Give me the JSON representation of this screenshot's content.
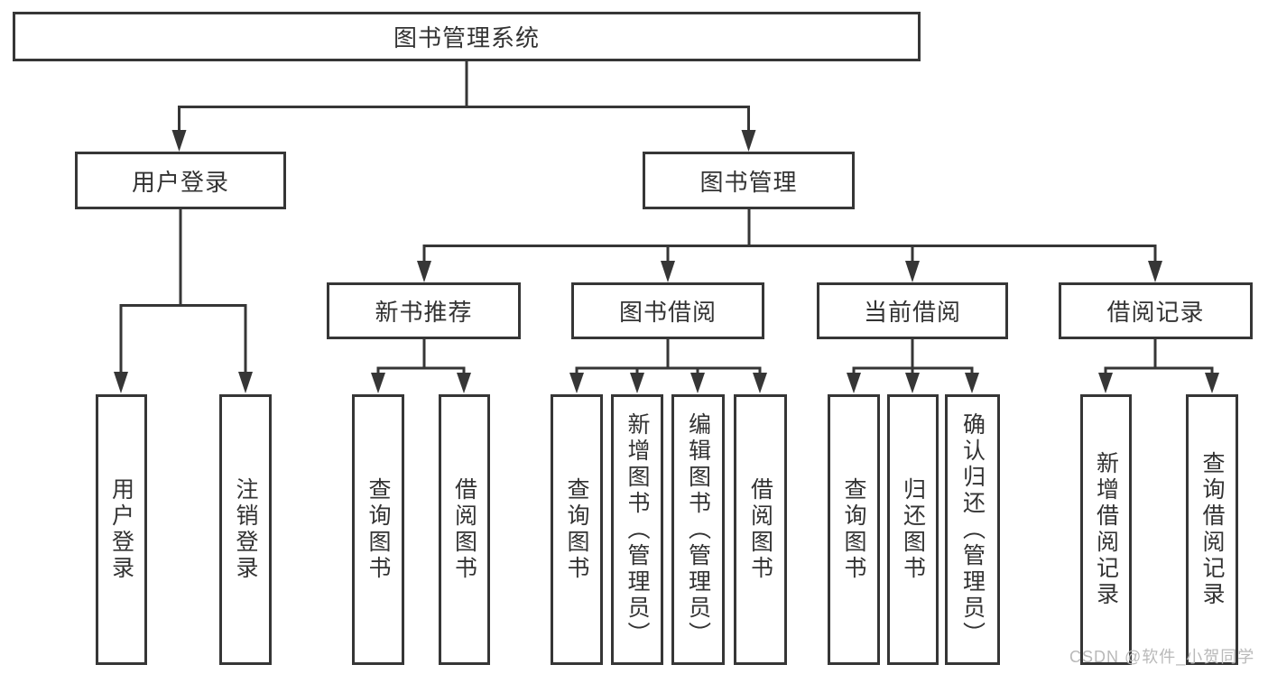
{
  "diagram": {
    "title_node": "root",
    "root": {
      "label": "图书管理系统"
    },
    "branches": [
      {
        "label": "用户登录",
        "children": [
          {
            "label": "用户登录"
          },
          {
            "label": "注销登录"
          }
        ]
      },
      {
        "label": "图书管理",
        "children": [
          {
            "label": "新书推荐",
            "children": [
              {
                "label": "查询图书"
              },
              {
                "label": "借阅图书"
              }
            ]
          },
          {
            "label": "图书借阅",
            "children": [
              {
                "label": "查询图书"
              },
              {
                "label": "新增图书（管理员）"
              },
              {
                "label": "编辑图书（管理员）"
              },
              {
                "label": "借阅图书"
              }
            ]
          },
          {
            "label": "当前借阅",
            "children": [
              {
                "label": "查询图书"
              },
              {
                "label": "归还图书"
              },
              {
                "label": "确认归还（管理员）"
              }
            ]
          },
          {
            "label": "借阅记录",
            "children": [
              {
                "label": "新增借阅记录"
              },
              {
                "label": "查询借阅记录"
              }
            ]
          }
        ]
      }
    ]
  },
  "watermark": {
    "text": "CSDN @软件_小贺同学"
  },
  "colors": {
    "line": "#363636",
    "box_border": "#363636",
    "text": "#333333",
    "watermark": "#b9b9b9",
    "background": "#ffffff"
  }
}
